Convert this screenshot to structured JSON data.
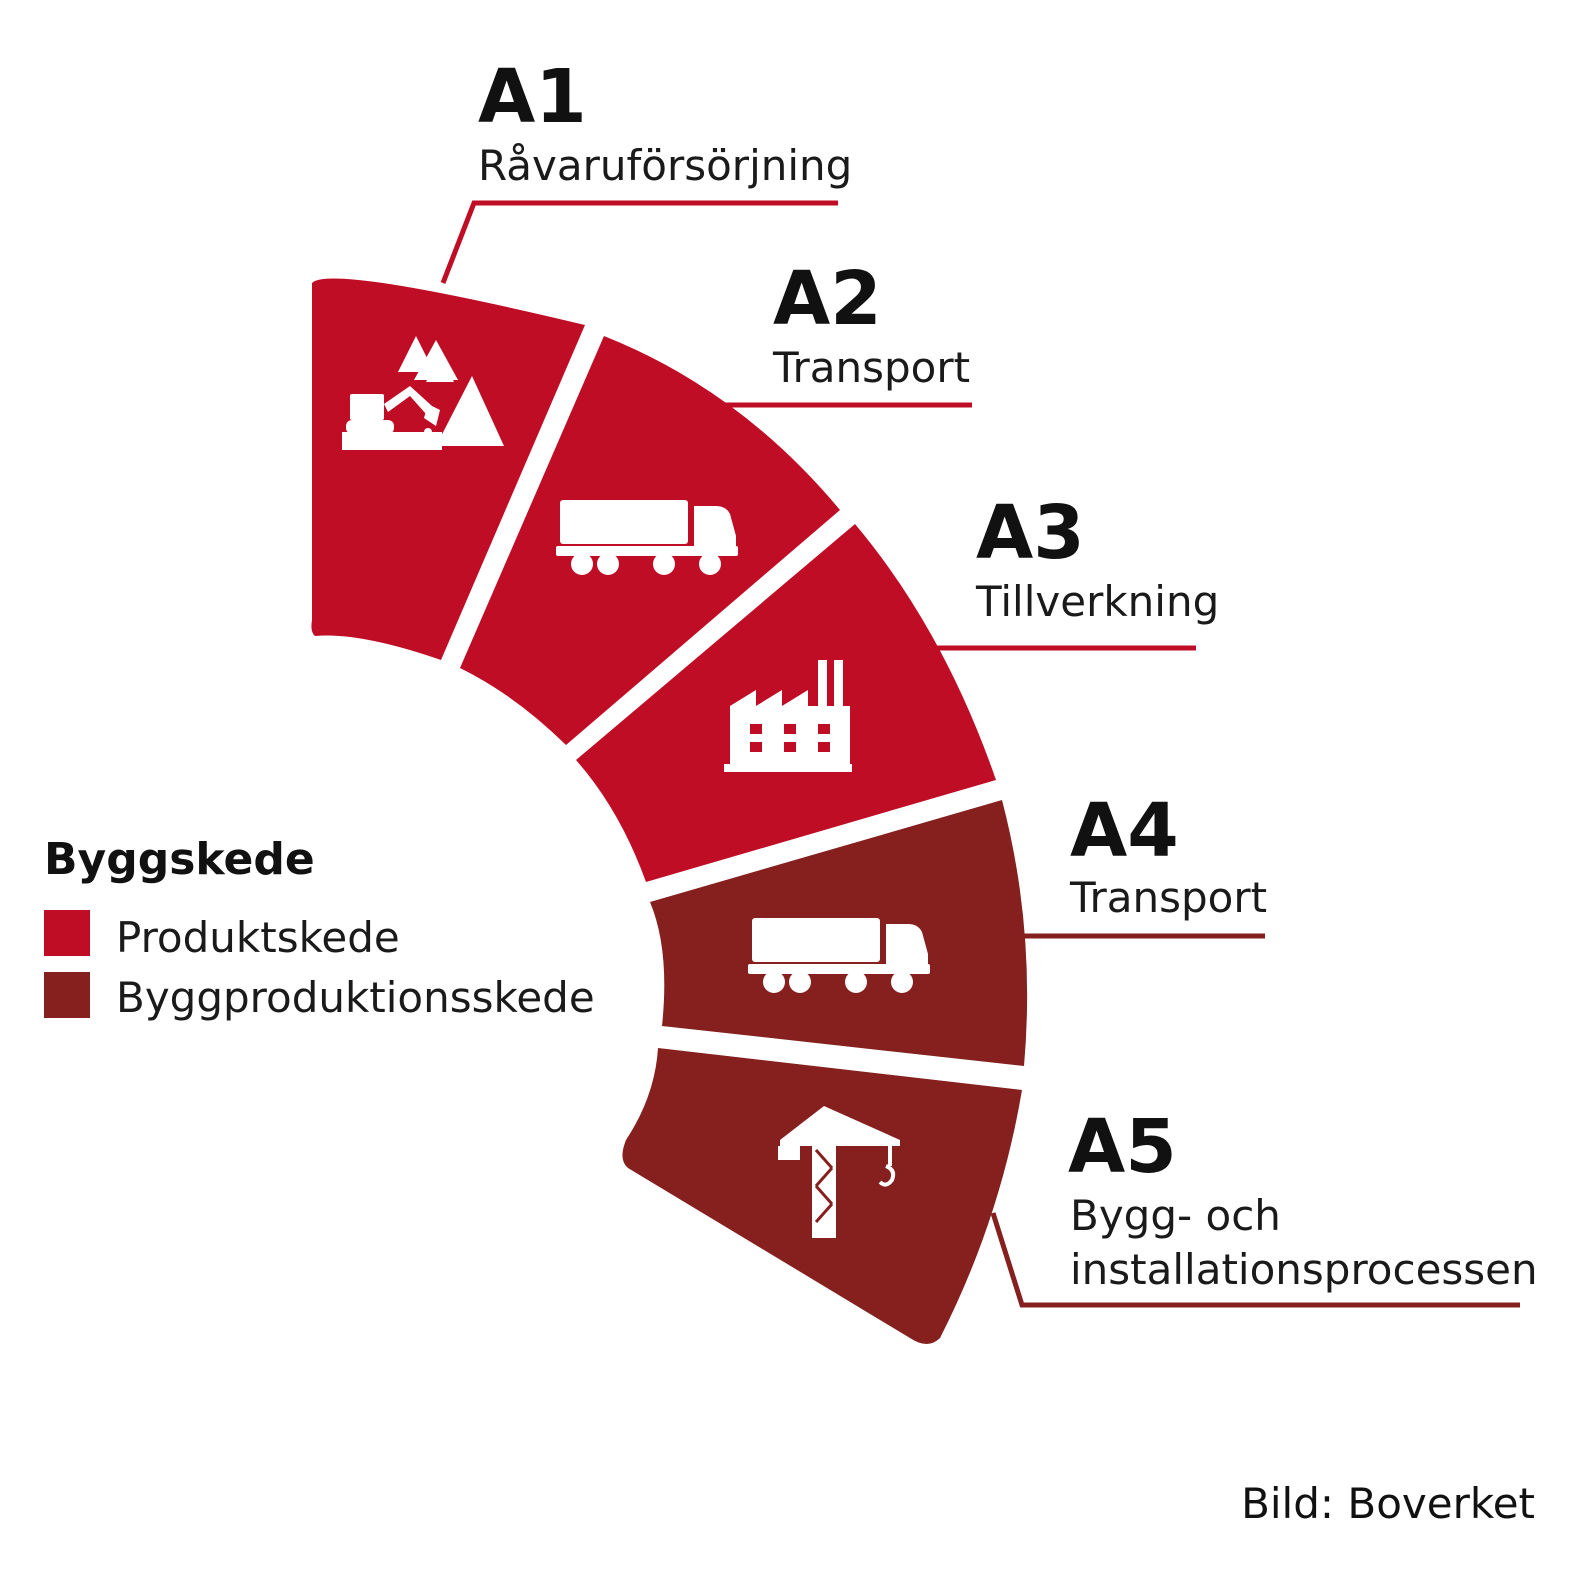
{
  "colors": {
    "produktskede": "#c00d26",
    "byggproduktionsskede": "#85201f"
  },
  "stages": [
    {
      "code": "A1",
      "label_lines": [
        "Råvaruförsörjning"
      ],
      "phase": "produktskede",
      "icon": "mining-forest-icon"
    },
    {
      "code": "A2",
      "label_lines": [
        "Transport"
      ],
      "phase": "produktskede",
      "icon": "truck-icon"
    },
    {
      "code": "A3",
      "label_lines": [
        "Tillverkning"
      ],
      "phase": "produktskede",
      "icon": "factory-icon"
    },
    {
      "code": "A4",
      "label_lines": [
        "Transport"
      ],
      "phase": "byggproduktionsskede",
      "icon": "truck-icon"
    },
    {
      "code": "A5",
      "label_lines": [
        "Bygg- och",
        "installationsprocessen"
      ],
      "phase": "byggproduktionsskede",
      "icon": "tower-crane-icon"
    }
  ],
  "legend": {
    "title": "Byggskede",
    "items": [
      {
        "label": "Produktskede",
        "phase": "produktskede"
      },
      {
        "label": "Byggproduktionsskede",
        "phase": "byggproduktionsskede"
      }
    ]
  },
  "credit": "Bild: Boverket"
}
